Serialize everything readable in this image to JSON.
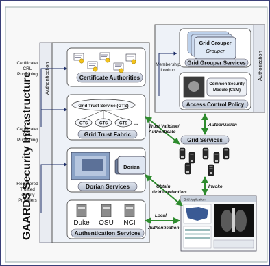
{
  "title": "GAARDS Security Infrastructure",
  "authentication_band": "Authentication",
  "authorization_band": "Authorization",
  "certificate_authorities": {
    "label": "Certificate Authorities"
  },
  "grid_trust_fabric": {
    "label": "Grid Trust Fabric",
    "gts_root": "Grid Trust Service (GTS)",
    "gts_nodes": [
      "GTS",
      "GTS",
      "GTS"
    ],
    "ellipsis": "..."
  },
  "dorian": {
    "label": "Dorian Services",
    "card": "Dorian"
  },
  "authentication_services": {
    "label": "Authentication Services",
    "providers": [
      "Duke",
      "OSU",
      "NCI"
    ]
  },
  "grid_grouper": {
    "label": "Grid Grouper Services",
    "card_title": "Grid Grouper",
    "card_logo": "Grouper"
  },
  "access_control": {
    "label": "Access Control Policy",
    "csm": [
      "Common Security",
      "Module (CSM)"
    ]
  },
  "grid_services": {
    "label": "Grid Services"
  },
  "grid_application": {
    "label": "Grid Application"
  },
  "side_labels": {
    "cert_crl_1": [
      "Certificate/",
      "CRL",
      "Publishing"
    ],
    "cert_crl_2": [
      "Certificate/",
      "CRL",
      "Publishing"
    ],
    "registered": [
      "Registered",
      "Trusted",
      "Identity",
      "Providers"
    ],
    "membership": [
      "Membership",
      "Lookup"
    ]
  },
  "arrow_labels": {
    "trust": [
      "Trust Validate/",
      "Authenticate"
    ],
    "authorization": "Authorization",
    "obtain": [
      "Obtain",
      "Grid Credentials"
    ],
    "invoke": "Invoke",
    "local": [
      "Local",
      "Authentication"
    ]
  },
  "colors": {
    "frame": "#3a3f78",
    "panel": "#eef2f8",
    "green": "#2e8b2e",
    "navy": "#1c2c66",
    "dark_panel": "#e9ecef"
  }
}
